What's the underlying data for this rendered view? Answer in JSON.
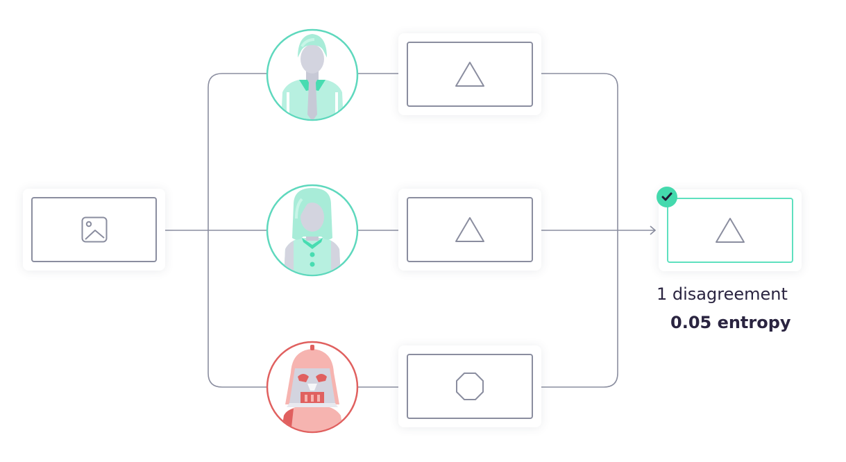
{
  "colors": {
    "line": "#8a8d9f",
    "accent_green": "#44d9ad",
    "accent_red": "#e0605f",
    "text": "#2a2440"
  },
  "input": {
    "icon": "image-icon"
  },
  "annotators": [
    {
      "kind": "man",
      "ring_color": "#5ed8bd",
      "label_shape": "triangle"
    },
    {
      "kind": "woman",
      "ring_color": "#5ed8bd",
      "label_shape": "triangle"
    },
    {
      "kind": "darth-vader",
      "ring_color": "#e0605f",
      "label_shape": "octagon"
    }
  ],
  "result": {
    "label_shape": "triangle",
    "status_icon": "check-icon",
    "disagreement_text": "1 disagreement",
    "entropy_text": "0.05 entropy"
  }
}
